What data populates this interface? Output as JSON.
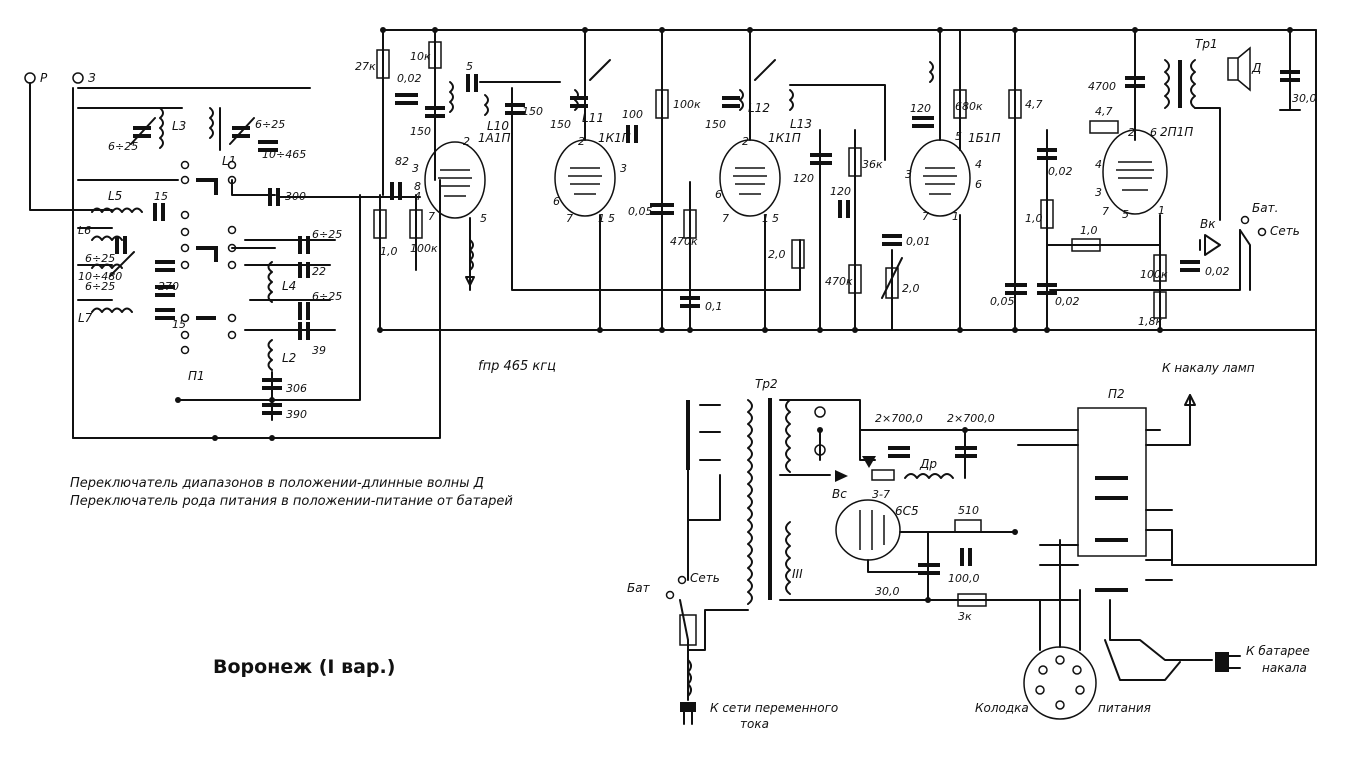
{
  "title": "Воронеж (I вар.)",
  "notes": {
    "line1": "Переключатель диапазонов в положении-длинные волны Д",
    "line2": "Переключатель рода питания в положении-питание от батарей"
  },
  "if_freq": "fпр 465 кгц",
  "terminals": {
    "antenna": "Р",
    "ground": "З"
  },
  "tubes": {
    "v1": "1А1П",
    "v2": "1К1П",
    "v3": "1К1П",
    "v4": "1Б1П",
    "v5": "2П1П",
    "rect": "6С5"
  },
  "inductors": {
    "L1": "L1",
    "L2": "L2",
    "L3": "L3",
    "L4": "L4",
    "L5": "L5",
    "L6": "L6",
    "L7": "L7",
    "L10": "L10",
    "L11": "L11",
    "L12": "L12",
    "L13": "L13"
  },
  "switches": {
    "p1": "П1",
    "p2": "П2"
  },
  "transformers": {
    "tr1": "Тр1",
    "tr2": "Тр2",
    "winding3": "III"
  },
  "speaker": "Д",
  "choke": "Др",
  "rectifier": "Вс",
  "rectifier_type": "3-7",
  "vk": "Вк",
  "power_mode": {
    "bat": "Бат.",
    "net": "Сеть",
    "bat2": "Бат",
    "net2": "Сеть"
  },
  "pin_labels": {
    "p3": "3",
    "p4": "4",
    "p5": "5",
    "p6": "6",
    "p7": "7",
    "p8": "8",
    "p2": "2",
    "p1": "1"
  },
  "components": {
    "r27k": "27к",
    "r10k": "10к",
    "c002a": "0,02",
    "c150a": "150",
    "c5": "5",
    "c150b": "150",
    "c82": "82",
    "r10": "1,0",
    "r100k": "100к",
    "c150c": "150",
    "c100": "100",
    "r100kb": "100к",
    "c005a": "0,05",
    "r470ka": "470к",
    "c01": "0,1",
    "c150d": "150",
    "r20a": "2,0",
    "c120a": "120",
    "c120b": "120",
    "r36k": "36к",
    "r470kb": "470к",
    "c001": "0,01",
    "r20b": "2,0",
    "c120c": "120",
    "r680k": "680к",
    "r47a": "4,7",
    "c005b": "0,05",
    "c002b": "0,02",
    "r10b": "1,0",
    "r10c": "1,0",
    "c002c": "0,02",
    "c4700": "4700",
    "r47b": "4,7",
    "c002d": "0,02",
    "r100kc": "100к",
    "r18k": "1,8к",
    "c300": "30,0",
    "c6_25a": "6÷25",
    "c6_25b": "6÷25",
    "c10_465": "10÷465",
    "c15a": "15",
    "c300b": "300",
    "c6_25c": "6÷25",
    "c10_480": "10÷480",
    "c6_25d": "6÷25",
    "c270": "270",
    "c15b": "15",
    "c6_25e": "6÷25",
    "c22": "22",
    "c6_25f": "6÷25",
    "c39": "39",
    "c306": "306",
    "c390": "390",
    "c2x700a": "2×700,0",
    "c2x700b": "2×700,0",
    "r510": "510",
    "c1000": "100,0",
    "c300c": "30,0",
    "r3k": "3к"
  },
  "captions": {
    "heater": "К накалу ламп",
    "ac_mains_1": "К сети переменного",
    "ac_mains_2": "тока",
    "battery_1": "К батарее",
    "battery_2": "накала",
    "socket_1": "Колодка",
    "socket_2": "питания"
  }
}
